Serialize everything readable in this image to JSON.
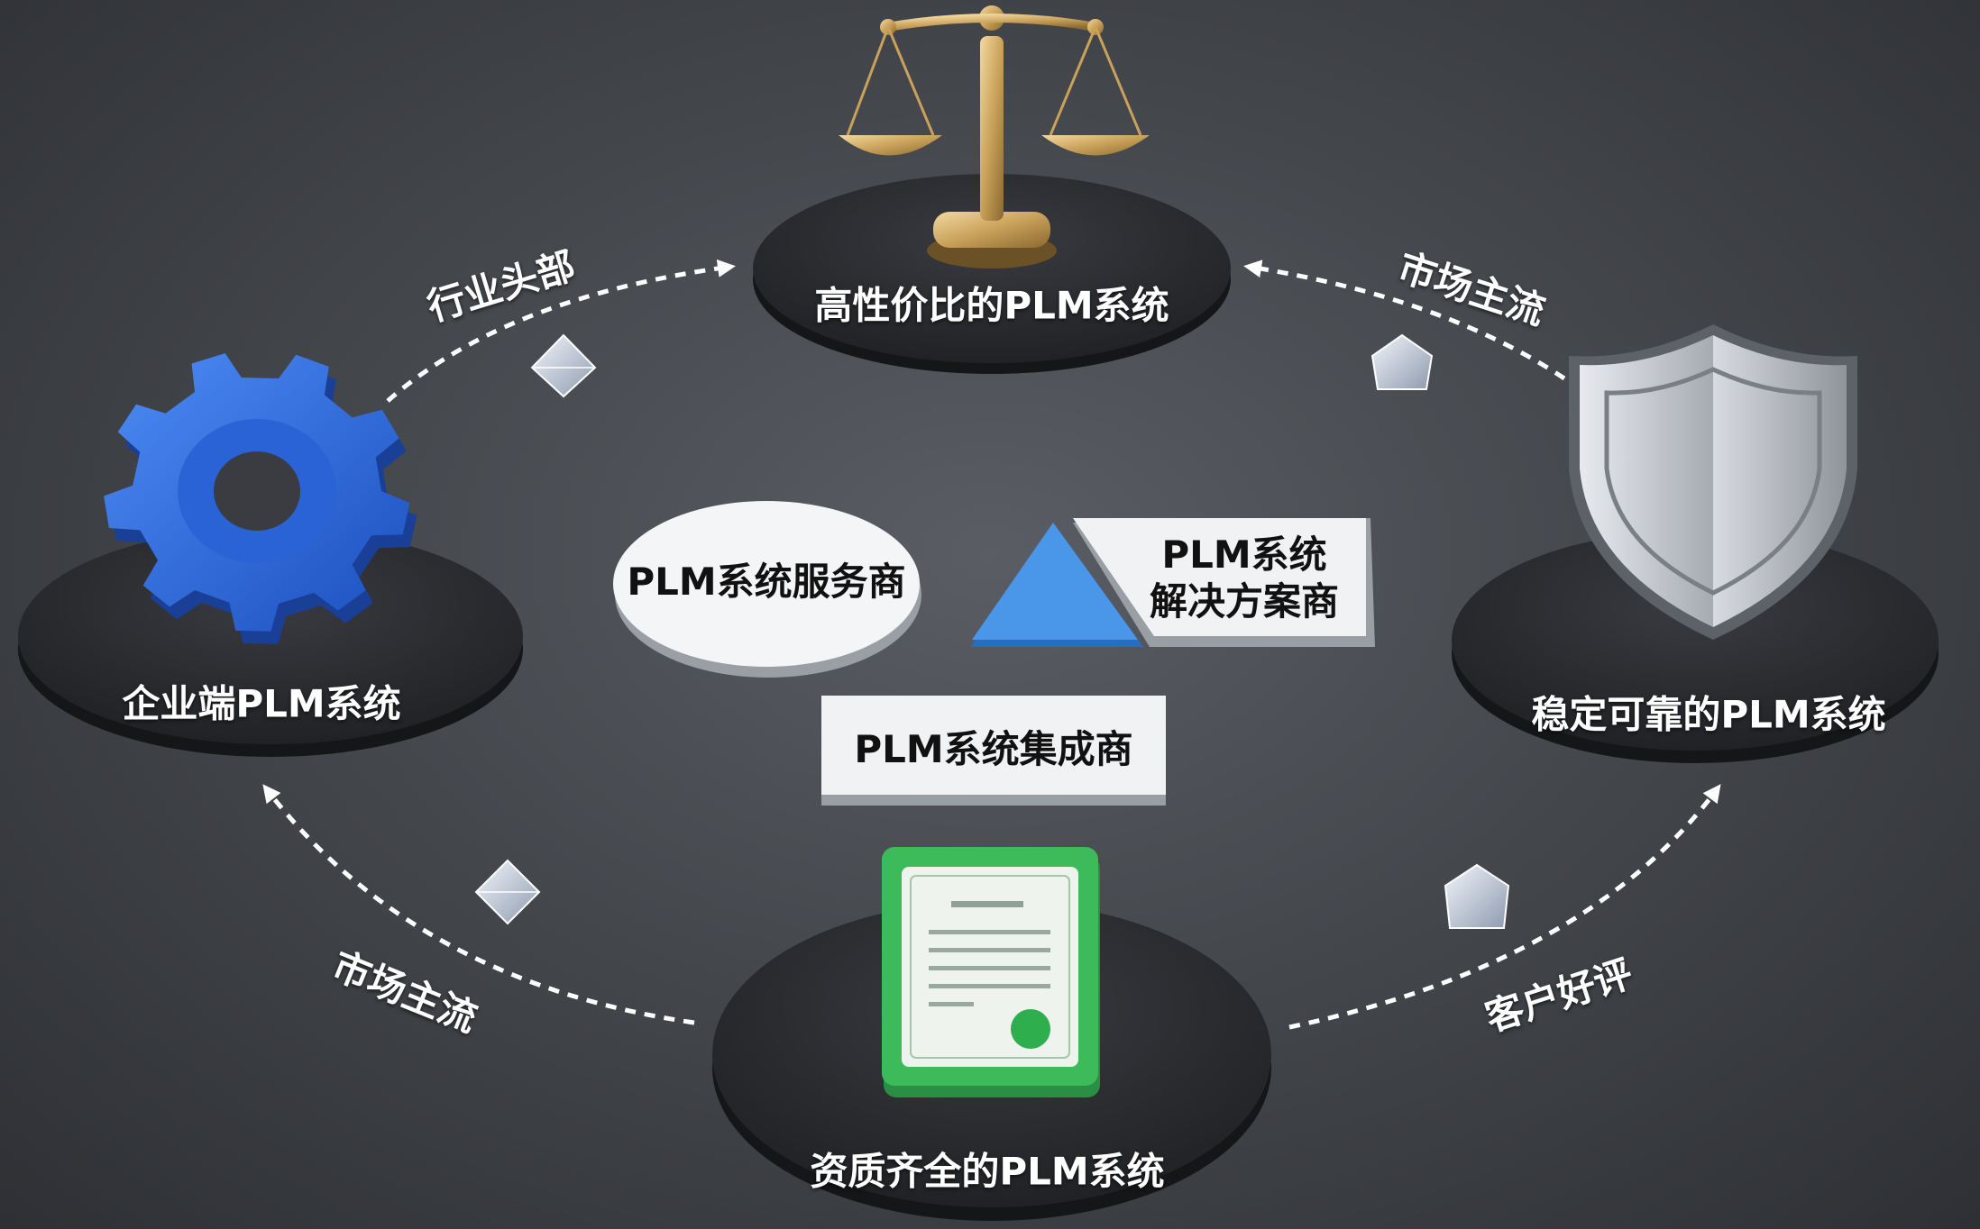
{
  "nodes": {
    "top": {
      "label": "高性价比的PLM系统",
      "icon": "balance-scale-icon"
    },
    "left": {
      "label": "企业端PLM系统",
      "icon": "gear-icon"
    },
    "right": {
      "label": "稳定可靠的PLM系统",
      "icon": "shield-icon"
    },
    "bottom": {
      "label": "资质齐全的PLM系统",
      "icon": "certificate-icon"
    }
  },
  "arrows": {
    "top_left": "行业头部",
    "top_right": "市场主流",
    "bottom_left": "市场主流",
    "bottom_right": "客户好评"
  },
  "center": {
    "service_provider": "PLM系统服务商",
    "solution_provider_line1": "PLM系统",
    "solution_provider_line2": "解决方案商",
    "integrator": "PLM系统集成商"
  },
  "colors": {
    "platform": "#2b2c30",
    "gear_blue": "#2f6fe0",
    "triangle_blue": "#3f8fe6",
    "certificate_green": "#3dbb5a",
    "gold": "#c9a15a",
    "silver": "#b8bcc2",
    "arrow": "#ffffff"
  }
}
